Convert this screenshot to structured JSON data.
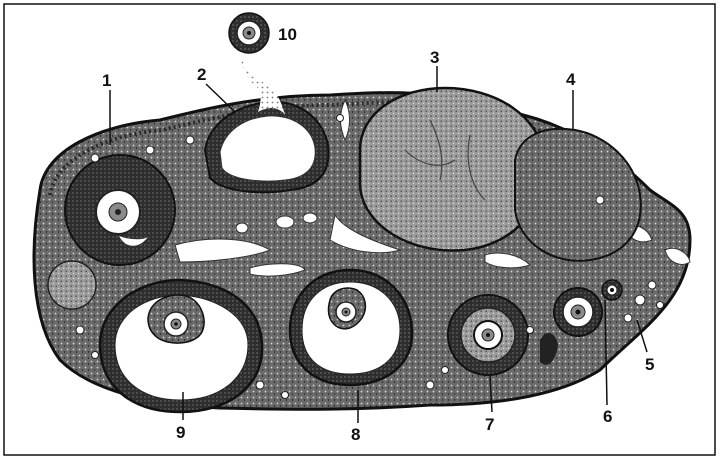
{
  "figure": {
    "labels": {
      "l1": "1",
      "l2": "2",
      "l3": "3",
      "l4": "4",
      "l5": "5",
      "l6": "6",
      "l7": "7",
      "l8": "8",
      "l9": "9",
      "l10": "10"
    },
    "colors": {
      "ink": "#111111",
      "tissue_dark": "#3a3a3a",
      "tissue_mid": "#6d6d6d",
      "tissue_light": "#9a9a9a",
      "antrum": "#ffffff",
      "paper": "#ffffff"
    }
  }
}
